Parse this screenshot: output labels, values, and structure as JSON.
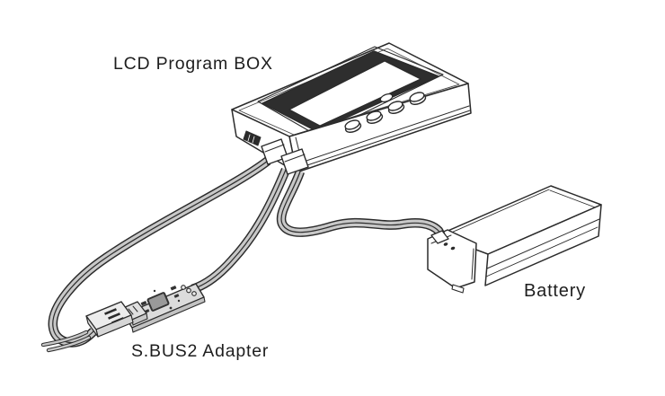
{
  "diagram": {
    "type": "hardware-connection-diagram",
    "labels": {
      "lcd_program_box": "LCD Program BOX",
      "battery": "Battery",
      "sbus2_adapter": "S.BUS2 Adapter"
    },
    "components": [
      {
        "id": "lcd-program-box",
        "label": "LCD Program BOX"
      },
      {
        "id": "battery",
        "label": "Battery"
      },
      {
        "id": "sbus2-adapter",
        "label": "S.BUS2 Adapter"
      }
    ],
    "colors": {
      "line": "#2b2b2b",
      "screen_frame": "#2e2e2e",
      "wire_fill": "#c8c8c8",
      "pcb_fill": "#dcdcdc",
      "chip_fill": "#999999",
      "plug_fill": "#ececec",
      "background": "#ffffff",
      "text": "#1e1e1e"
    }
  }
}
